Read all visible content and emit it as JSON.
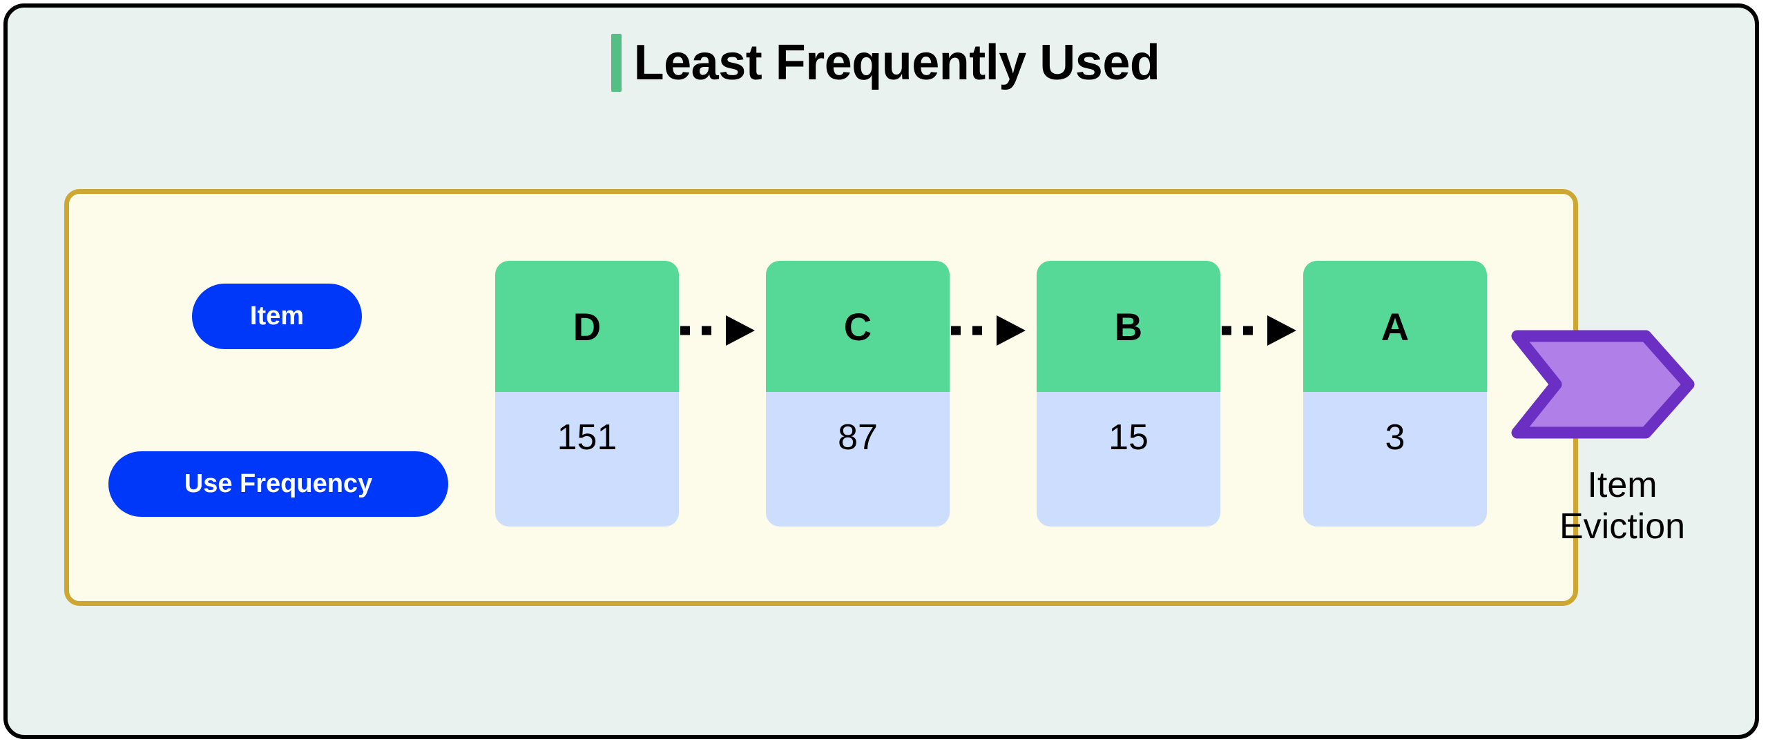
{
  "header": {
    "title": "Least Frequently Used",
    "accent_color": "#55be85"
  },
  "legend": {
    "item_label": "Item",
    "frequency_label": "Use Frequency",
    "pill_color": "#0038fa",
    "pill_text_color": "#ffffff"
  },
  "panel": {
    "border_color": "#cda731",
    "background_color": "#fdfbe9"
  },
  "colors": {
    "page_background": "#e9f2ef",
    "frame_border": "#000000",
    "card_key_green": "#56d896",
    "card_freq_blue": "#ccddfe",
    "eviction_fill": "#b07fe8",
    "eviction_stroke": "#6b2fc4",
    "connector": "#000000"
  },
  "cache": {
    "cards": [
      {
        "key": "D",
        "frequency": "151"
      },
      {
        "key": "C",
        "frequency": "87"
      },
      {
        "key": "B",
        "frequency": "15"
      },
      {
        "key": "A",
        "frequency": "3"
      }
    ],
    "connectors": [
      {
        "from": "D",
        "to": "C",
        "style": "dashed-arrow"
      },
      {
        "from": "C",
        "to": "B",
        "style": "dashed-arrow"
      },
      {
        "from": "B",
        "to": "A",
        "style": "dashed-arrow"
      }
    ]
  },
  "eviction": {
    "label_line1": "Item",
    "label_line2": "Eviction"
  }
}
